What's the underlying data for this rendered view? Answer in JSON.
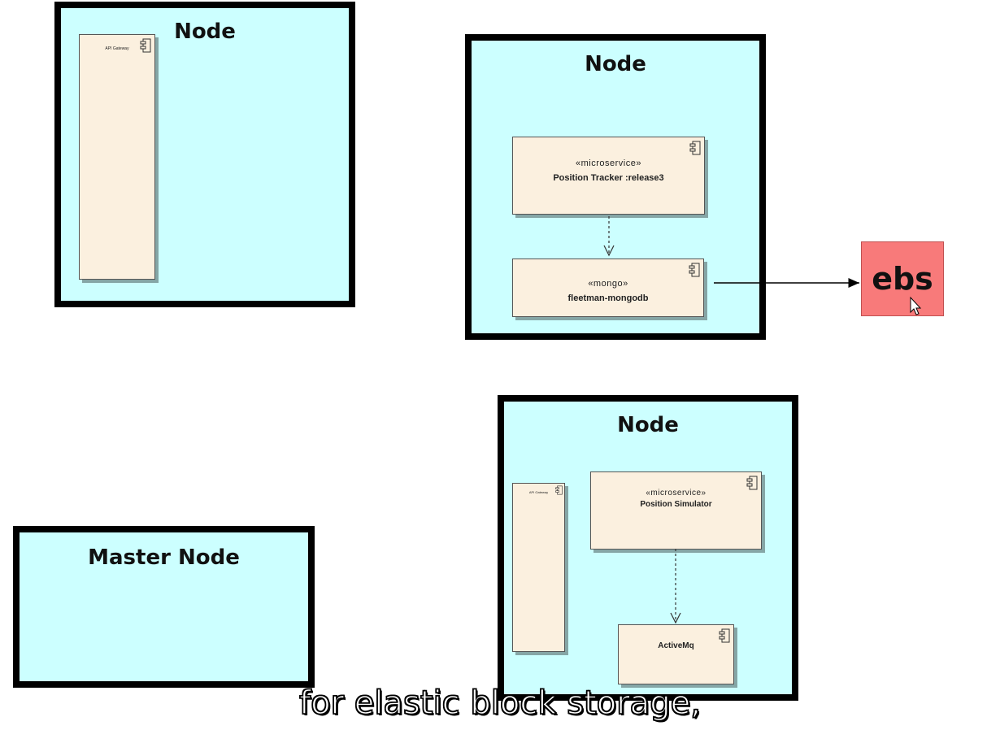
{
  "nodes": {
    "top_left": {
      "title": "Node",
      "component": "API Gateway"
    },
    "top_right": {
      "title": "Node",
      "tracker_stereotype": "«microservice»",
      "tracker_name": "Position Tracker :release3",
      "mongo_stereotype": "«mongo»",
      "mongo_name": "fleetman-mongodb"
    },
    "bottom_right": {
      "title": "Node",
      "gateway": "API Gateway",
      "simulator_stereotype": "«microservice»",
      "simulator_name": "Position Simulator",
      "activemq_name": "ActiveMq"
    },
    "master": {
      "title": "Master Node"
    }
  },
  "ebs": {
    "label": "ebs"
  },
  "caption": "for elastic block storage,",
  "colors": {
    "node_fill": "#ccffff",
    "component_fill": "#fbf0df",
    "ebs_fill": "#f87a7a"
  }
}
